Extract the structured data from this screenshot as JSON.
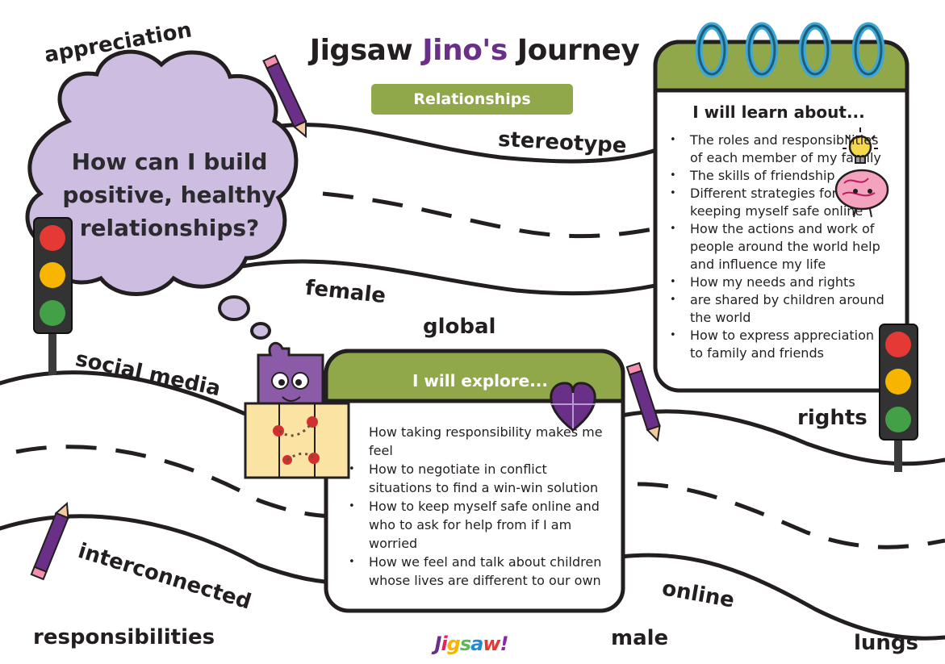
{
  "header": {
    "title_start": "Jigsaw ",
    "title_accent": "Jino's",
    "title_end": " Journey",
    "topic": "Relationships"
  },
  "question": "How can I build positive, healthy relationships?",
  "learn": {
    "heading": "I will learn about...",
    "items": [
      "The roles and responsibilities of each member of my family",
      "The skills of friendship",
      "Different strategies for keeping myself safe online",
      "How the actions and work of people around the world help and influence my life",
      "How my needs and rights",
      "are shared by children around the world",
      "How to express appreciation to family and friends"
    ]
  },
  "explore": {
    "heading": "I will explore...",
    "items": [
      "How taking responsibility makes me feel",
      "How to negotiate in conflict situations to find a win-win solution",
      "How to keep myself safe online and who to ask for help from if I am worried",
      "How we feel and talk about children whose lives are different to our own"
    ]
  },
  "keywords": {
    "appreciation": "appreciation",
    "stereotype": "stereotype",
    "female": "female",
    "global": "global",
    "social_media": "social media",
    "rights": "rights",
    "interconnected": "interconnected",
    "online": "online",
    "responsibilities": "responsibilities",
    "male": "male",
    "lungs": "lungs"
  },
  "brand": {
    "letters": [
      "J",
      "i",
      "g",
      "s",
      "a",
      "w",
      "!"
    ]
  },
  "colors": {
    "purple": "#6a2f86",
    "olive_green": "#91a84a",
    "cloud_lilac": "#cdbde0",
    "ring_blue": "#3fa7d6",
    "road_stroke": "#231f20"
  },
  "icons": [
    "pencil-icon",
    "traffic-light-icon",
    "lightbulb-icon",
    "brain-icon",
    "heart-puzzle-icon",
    "jigsaw-mascot",
    "binder-rings"
  ]
}
